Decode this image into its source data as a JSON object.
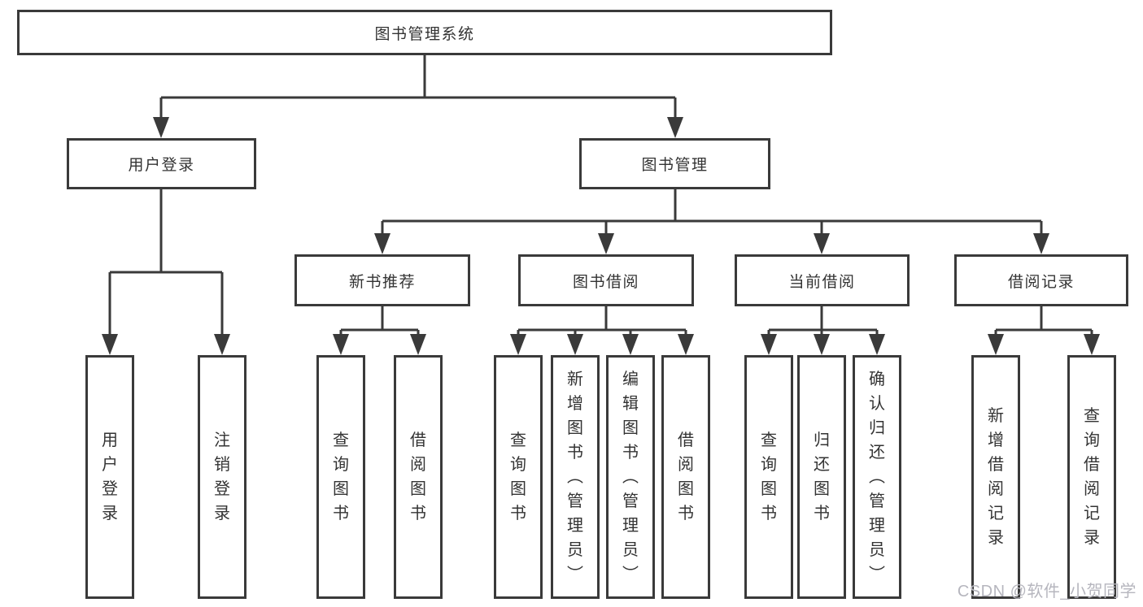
{
  "diagram_title": "图书管理系统",
  "tree": {
    "label": "图书管理系统",
    "children": [
      {
        "label": "用户登录",
        "children": [
          {
            "label": "用户登录"
          },
          {
            "label": "注销登录"
          }
        ]
      },
      {
        "label": "图书管理",
        "children": [
          {
            "label": "新书推荐",
            "children": [
              {
                "label": "查询图书"
              },
              {
                "label": "借阅图书"
              }
            ]
          },
          {
            "label": "图书借阅",
            "children": [
              {
                "label": "查询图书"
              },
              {
                "label": "新增图书（管理员）"
              },
              {
                "label": "编辑图书（管理员）"
              },
              {
                "label": "借阅图书"
              }
            ]
          },
          {
            "label": "当前借阅",
            "children": [
              {
                "label": "查询图书"
              },
              {
                "label": "归还图书"
              },
              {
                "label": "确认归还（管理员）"
              }
            ]
          },
          {
            "label": "借阅记录",
            "children": [
              {
                "label": "新增借阅记录"
              },
              {
                "label": "查询借阅记录"
              }
            ]
          }
        ]
      }
    ]
  },
  "watermark": {
    "text": "CSDN @软件_小贺同学"
  },
  "colors": {
    "line": "#3a3a3a",
    "box_border": "#3a3a3a",
    "text": "#333333",
    "watermark": "#b6b6be",
    "background": "#ffffff"
  }
}
